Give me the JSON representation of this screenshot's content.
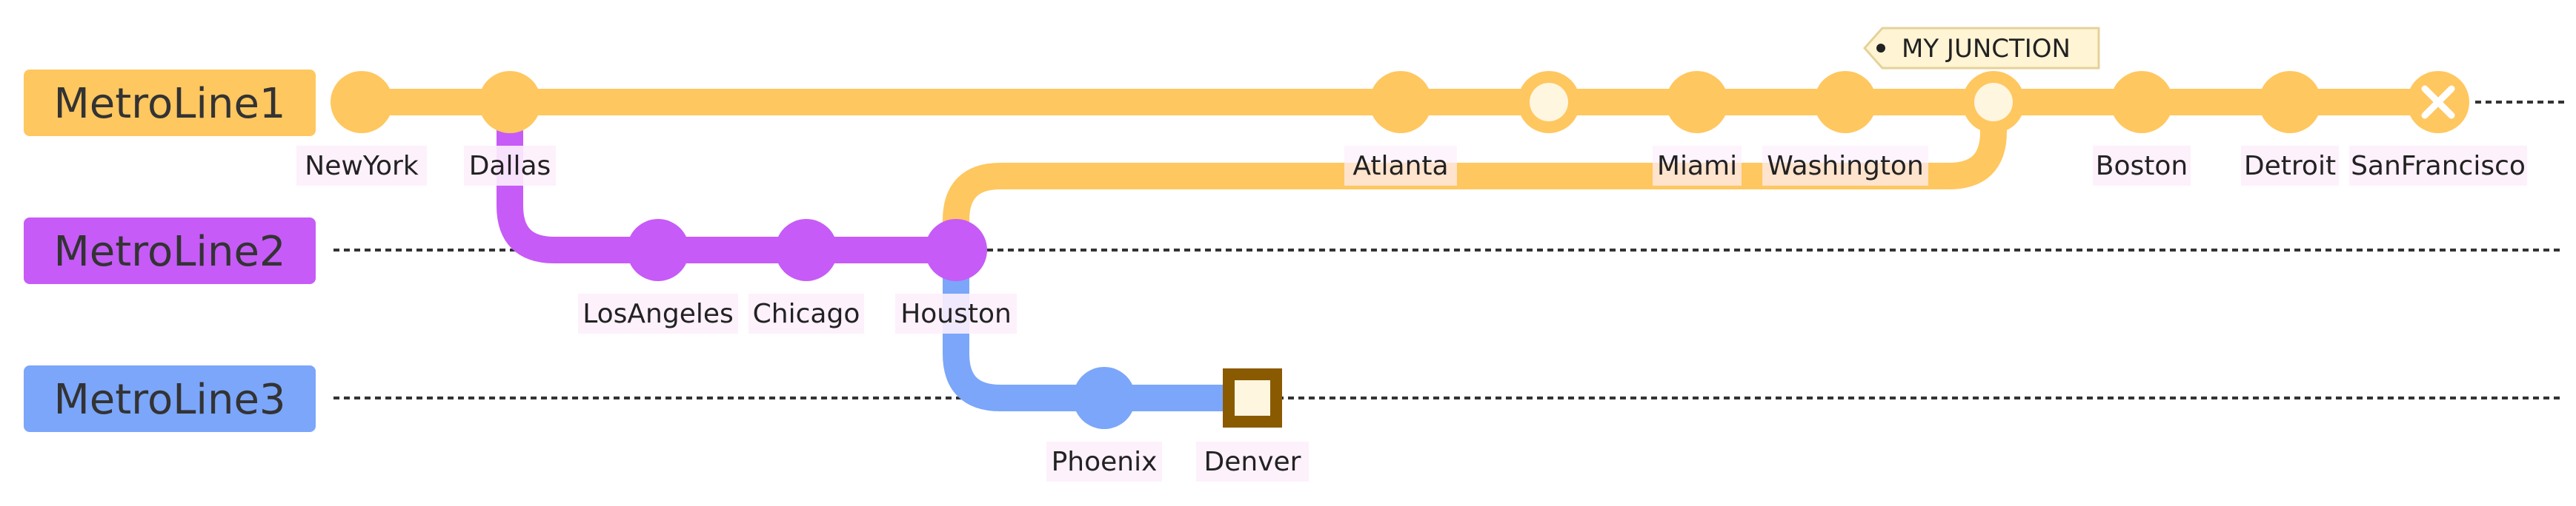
{
  "diagram_type": "git-graph",
  "colors": {
    "line1": "#FFC75F",
    "line2": "#C65BF7",
    "line3": "#7BA6FA",
    "label_bg": "#FDF0FC",
    "tag_bg": "#FFF4D4",
    "tag_border": "#E5D29A",
    "highlight": "#8A5A00",
    "hollow_fill": "#FFF6E0",
    "dash": "#333333"
  },
  "branches": [
    {
      "id": "line1",
      "name": "MetroLine1"
    },
    {
      "id": "line2",
      "name": "MetroLine2"
    },
    {
      "id": "line3",
      "name": "MetroLine3"
    }
  ],
  "stations": [
    {
      "id": "newyork",
      "name": "NewYork",
      "branch": "line1",
      "kind": "normal"
    },
    {
      "id": "dallas",
      "name": "Dallas",
      "branch": "line1",
      "kind": "normal"
    },
    {
      "id": "losangeles",
      "name": "LosAngeles",
      "branch": "line2",
      "kind": "normal"
    },
    {
      "id": "chicago",
      "name": "Chicago",
      "branch": "line2",
      "kind": "normal"
    },
    {
      "id": "houston",
      "name": "Houston",
      "branch": "line2",
      "kind": "normal"
    },
    {
      "id": "phoenix",
      "name": "Phoenix",
      "branch": "line3",
      "kind": "normal"
    },
    {
      "id": "denver",
      "name": "Denver",
      "branch": "line3",
      "kind": "highlight"
    },
    {
      "id": "atlanta",
      "name": "Atlanta",
      "branch": "line1",
      "kind": "normal"
    },
    {
      "id": "unnamed",
      "name": "",
      "branch": "line1",
      "kind": "reverse"
    },
    {
      "id": "miami",
      "name": "Miami",
      "branch": "line1",
      "kind": "normal"
    },
    {
      "id": "washington",
      "name": "Washington",
      "branch": "line1",
      "kind": "normal"
    },
    {
      "id": "junction",
      "name": "",
      "branch": "line1",
      "kind": "merge",
      "tag": "MY JUNCTION"
    },
    {
      "id": "boston",
      "name": "Boston",
      "branch": "line1",
      "kind": "normal"
    },
    {
      "id": "detroit",
      "name": "Detroit",
      "branch": "line1",
      "kind": "normal"
    },
    {
      "id": "sanfrancisco",
      "name": "SanFrancisco",
      "branch": "line1",
      "kind": "revert"
    }
  ],
  "connections": [
    {
      "from": "dallas",
      "to": "losangeles",
      "branch": "line2"
    },
    {
      "from": "houston",
      "to": "phoenix",
      "branch": "line3"
    },
    {
      "from": "houston",
      "to": "junction",
      "branch": "line1"
    }
  ]
}
